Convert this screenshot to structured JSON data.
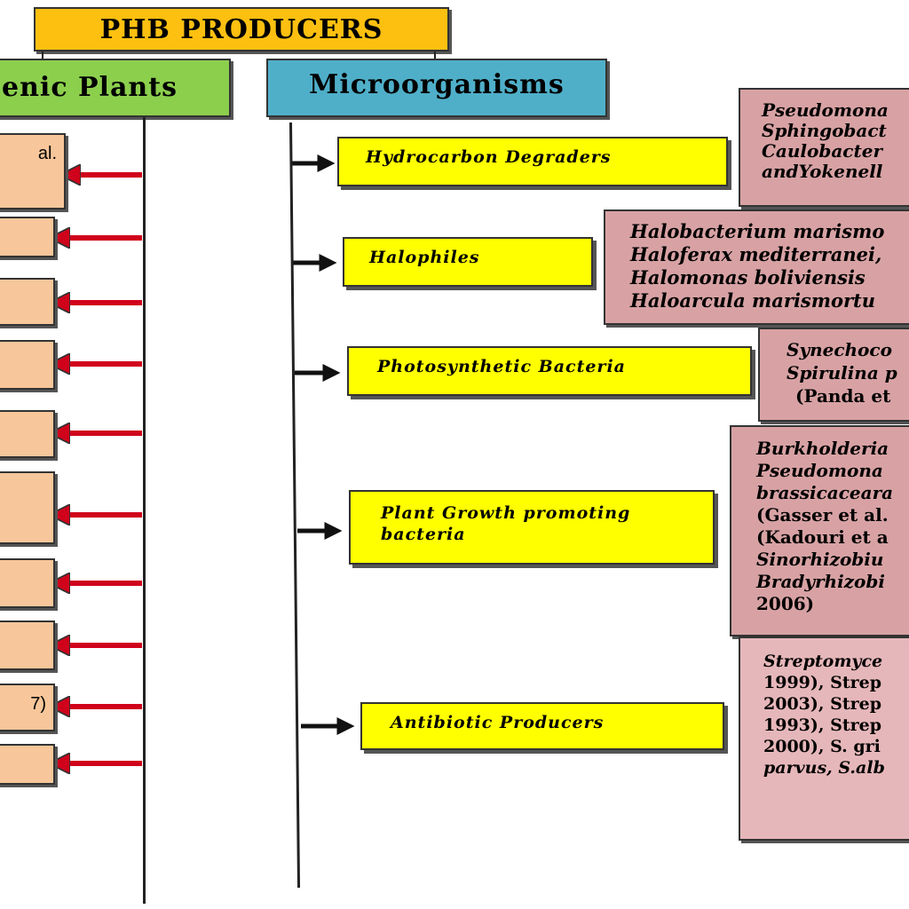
{
  "title": "PHB PRODUCERS",
  "categories": {
    "plants": "enic Plants",
    "microorganisms": "Microorganisms"
  },
  "plant_box_texts": [
    "al.",
    "",
    "",
    "",
    "",
    "",
    "",
    "",
    "7)",
    ""
  ],
  "micro_groups": [
    {
      "label_lines": [
        "Hydrocarbon Degraders"
      ]
    },
    {
      "label_lines": [
        "Halophiles"
      ]
    },
    {
      "label_lines": [
        "Photosynthetic Bacteria"
      ]
    },
    {
      "label_lines": [
        "Plant Growth promoting",
        "bacteria"
      ]
    },
    {
      "label_lines": [
        "Antibiotic Producers"
      ]
    }
  ],
  "examples": [
    [
      "Pseudomona",
      "Sphingobact",
      "Caulobacter",
      "andYokenell"
    ],
    [
      "Halobacterium marismo",
      "Haloferax mediterranei,",
      "Halomonas boliviensis",
      "Haloarcula marismortu"
    ],
    [
      "Synechoco",
      "Spirulina p",
      "(Panda et"
    ],
    [
      "Burkholderia",
      "Pseudomona",
      "brassicaceara",
      "(Gasser et al.",
      "(Kadouri et a",
      "Sinorhizobiu",
      "Bradyrhizobi",
      "2006)"
    ],
    [
      "Streptomyce",
      "1999), Strep",
      "2003), Strep",
      "1993), Strep",
      "2000), S. gri",
      "parvus, S.alb"
    ]
  ]
}
